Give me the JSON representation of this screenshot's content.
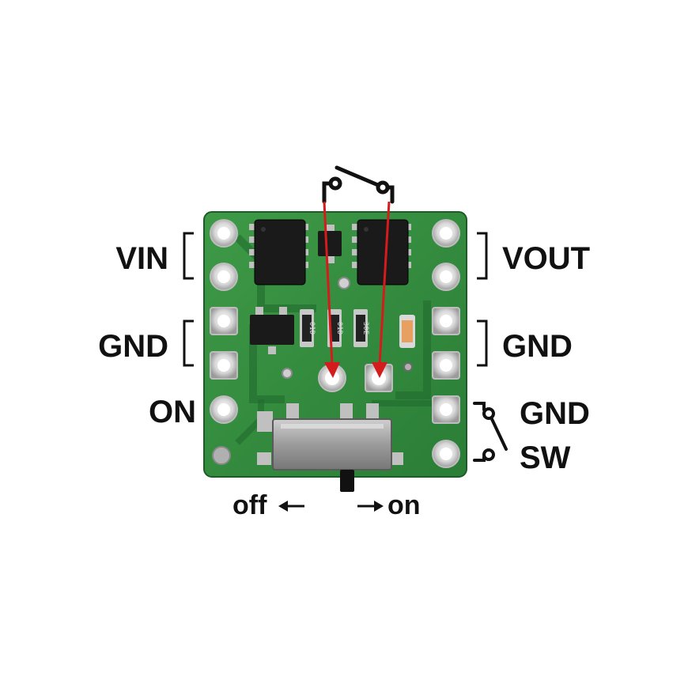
{
  "labels": {
    "vin": "VIN",
    "vout": "VOUT",
    "gnd_left": "GND",
    "gnd_right": "GND",
    "on": "ON",
    "gnd_sw": "GND",
    "sw": "SW",
    "off": "off",
    "on_dir": "on"
  },
  "components": {
    "resistor_1": "01D",
    "resistor_2": "01D",
    "resistor_3": "30E"
  },
  "colors": {
    "pcb": "#2f8a3c",
    "pcb_dark": "#1f6a2c",
    "pad": "#e6e6e6",
    "ic": "#1a1a1a",
    "switch_body": "#a6a6a6",
    "arrow": "#d41c1c",
    "led": "#e8a060"
  }
}
